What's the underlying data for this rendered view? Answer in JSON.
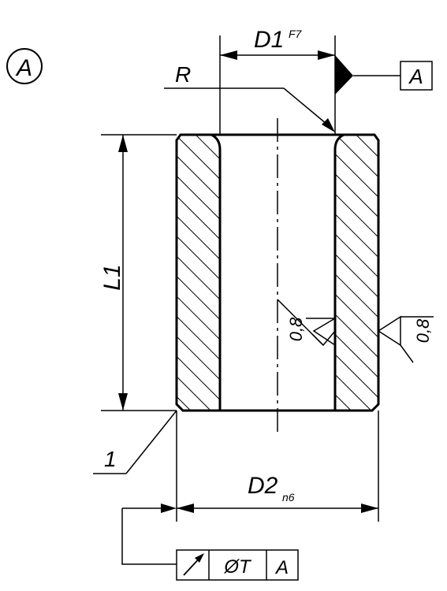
{
  "view_label": "A",
  "dimensions": {
    "inner_diameter": "D1",
    "inner_tolerance": "F7",
    "outer_diameter": "D2",
    "outer_tolerance": "n6",
    "length": "L1",
    "radius": "R"
  },
  "datum": {
    "label": "A"
  },
  "surface_roughness": {
    "inner": "0,8",
    "outer": "0,8"
  },
  "callout": {
    "number": "1"
  },
  "runout_frame": {
    "tolerance": "ØT",
    "datum": "A"
  }
}
